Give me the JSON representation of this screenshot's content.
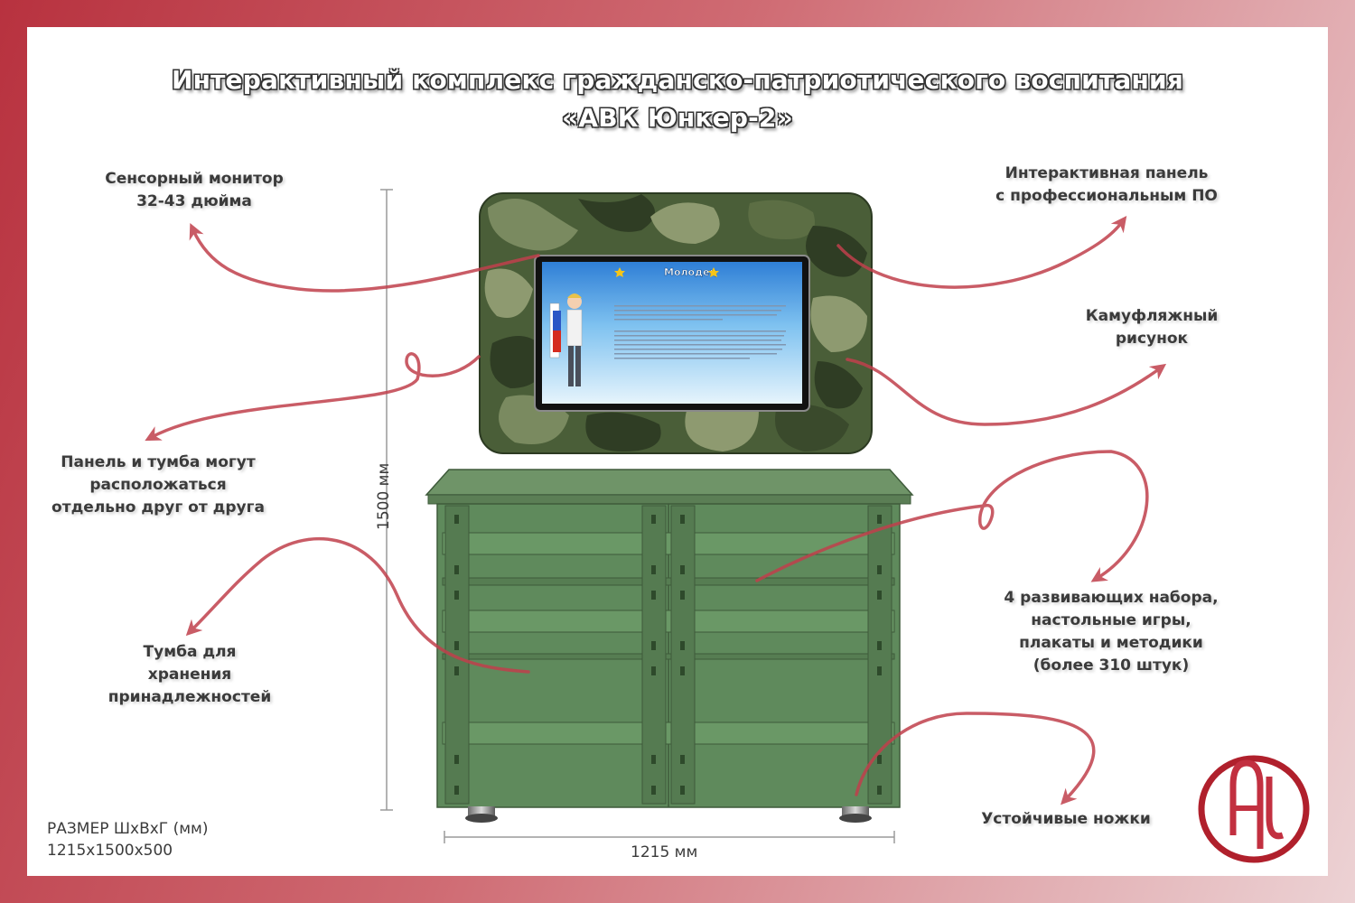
{
  "title": {
    "line1": "Интерактивный комплекс гражданско-патриотического воспитания",
    "line2": "«АВК Юнкер-2»"
  },
  "callouts": {
    "monitor": [
      "Сенсорный монитор",
      "32-43 дюйма"
    ],
    "panel": [
      "Интерактивная панель",
      "с профессиональным ПО"
    ],
    "camo": [
      "Камуфляжный",
      "рисунок"
    ],
    "separate": [
      "Панель и тумба могут",
      "расположаться",
      "отдельно друг от друга"
    ],
    "storage": [
      "Тумба для",
      "хранения",
      "принадлежностей"
    ],
    "sets": [
      "4 развивающих набора,",
      "настольные игры,",
      "плакаты и методики",
      "(более 310 штук)"
    ],
    "legs": [
      "Устойчивые ножки"
    ]
  },
  "screen": {
    "header": "Молодец"
  },
  "dimensions": {
    "height": "1500 мм",
    "width": "1215 мм",
    "size_label": "РАЗМЕР ШхВхГ (мм)",
    "size_value": "1215x1500x500"
  },
  "colors": {
    "background_accent": "#b8323f",
    "arrow": "#c0404c",
    "cabinet": "#5f8a5c",
    "camo_base": "#4a5e38"
  },
  "icons": [
    "logo-av-icon",
    "arrow-icon"
  ]
}
